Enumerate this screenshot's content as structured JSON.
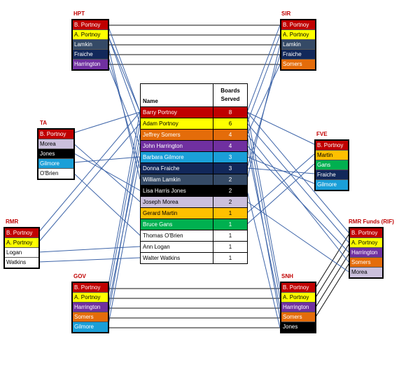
{
  "colors": {
    "red": "#c00000",
    "yellow": "#ffff00",
    "slate": "#354a66",
    "navy": "#12285a",
    "purple": "#7030a0",
    "orange": "#e46c0a",
    "green": "#00b050",
    "gold": "#ffc000",
    "blue": "#1a9fd8",
    "black": "#000000",
    "lavender": "#cbc0dc",
    "white": "#ffffff",
    "line": "#3d64a8",
    "title": "#c00000"
  },
  "center": {
    "header_name": "Name",
    "header_boards": "Boards Served",
    "rows": [
      {
        "name": "Barry Portnoy",
        "boards": "8",
        "color": "red"
      },
      {
        "name": "Adam Portnoy",
        "boards": "6",
        "color": "yellow"
      },
      {
        "name": "Jeffrey Somers",
        "boards": "4",
        "color": "orange"
      },
      {
        "name": "John Harrington",
        "boards": "4",
        "color": "purple"
      },
      {
        "name": "Barbara Gilmore",
        "boards": "3",
        "color": "blue"
      },
      {
        "name": "Donna Fraiche",
        "boards": "3",
        "color": "navy"
      },
      {
        "name": "William Lamkin",
        "boards": "2",
        "color": "slate"
      },
      {
        "name": "Lisa Harris Jones",
        "boards": "2",
        "color": "black"
      },
      {
        "name": "Joseph Morea",
        "boards": "2",
        "color": "lavender"
      },
      {
        "name": "Gerard Martin",
        "boards": "1",
        "color": "gold"
      },
      {
        "name": "Bruce Gans",
        "boards": "1",
        "color": "green"
      },
      {
        "name": "Thomas O'Brien",
        "boards": "1",
        "color": "white"
      },
      {
        "name": "Ann Logan",
        "boards": "1",
        "color": "white"
      },
      {
        "name": "Walter Watkins",
        "boards": "1",
        "color": "white"
      }
    ]
  },
  "groups": {
    "hpt": {
      "title": "HPT",
      "members": [
        {
          "label": "B. Portnoy",
          "color": "red"
        },
        {
          "label": "A. Portnoy",
          "color": "yellow"
        },
        {
          "label": "Lamkin",
          "color": "slate"
        },
        {
          "label": "Fraiche",
          "color": "navy"
        },
        {
          "label": "Harrington",
          "color": "purple"
        }
      ]
    },
    "sir": {
      "title": "SIR",
      "members": [
        {
          "label": "B. Portnoy",
          "color": "red"
        },
        {
          "label": "A. Portnoy",
          "color": "yellow"
        },
        {
          "label": "Lamkin",
          "color": "slate"
        },
        {
          "label": "Fraiche",
          "color": "navy"
        },
        {
          "label": "Somers",
          "color": "orange"
        }
      ]
    },
    "ta": {
      "title": "TA",
      "members": [
        {
          "label": "B. Portnoy",
          "color": "red"
        },
        {
          "label": "Morea",
          "color": "lavender"
        },
        {
          "label": "Jones",
          "color": "black"
        },
        {
          "label": "Gilmore",
          "color": "blue"
        },
        {
          "label": "O'Brien",
          "color": "white"
        }
      ]
    },
    "fve": {
      "title": "FVE",
      "members": [
        {
          "label": "B. Portnoy",
          "color": "red"
        },
        {
          "label": "Martin",
          "color": "gold"
        },
        {
          "label": "Gans",
          "color": "green"
        },
        {
          "label": "Fraiche",
          "color": "navy"
        },
        {
          "label": "Gilmore",
          "color": "blue"
        }
      ]
    },
    "rmr": {
      "title": "RMR",
      "members": [
        {
          "label": "B. Portnoy",
          "color": "red"
        },
        {
          "label": "A. Portnoy",
          "color": "yellow"
        },
        {
          "label": "Logan",
          "color": "white"
        },
        {
          "label": "Watkins",
          "color": "white"
        }
      ]
    },
    "rif": {
      "title": "RMR Funds (RIF)",
      "members": [
        {
          "label": "B. Portnoy",
          "color": "red"
        },
        {
          "label": "A. Portnoy",
          "color": "yellow"
        },
        {
          "label": "Harrington",
          "color": "purple"
        },
        {
          "label": "Somers",
          "color": "orange"
        },
        {
          "label": "Morea",
          "color": "lavender"
        }
      ]
    },
    "gov": {
      "title": "GOV",
      "members": [
        {
          "label": "B. Portnoy",
          "color": "red"
        },
        {
          "label": "A. Portnoy",
          "color": "yellow"
        },
        {
          "label": "Harrington",
          "color": "purple"
        },
        {
          "label": "Somers",
          "color": "orange"
        },
        {
          "label": "Gilmore",
          "color": "blue"
        }
      ]
    },
    "snh": {
      "title": "SNH",
      "members": [
        {
          "label": "B. Portnoy",
          "color": "red"
        },
        {
          "label": "A. Portnoy",
          "color": "yellow"
        },
        {
          "label": "Harrington",
          "color": "purple"
        },
        {
          "label": "Somers",
          "color": "orange"
        },
        {
          "label": "Jones",
          "color": "black"
        }
      ]
    }
  }
}
